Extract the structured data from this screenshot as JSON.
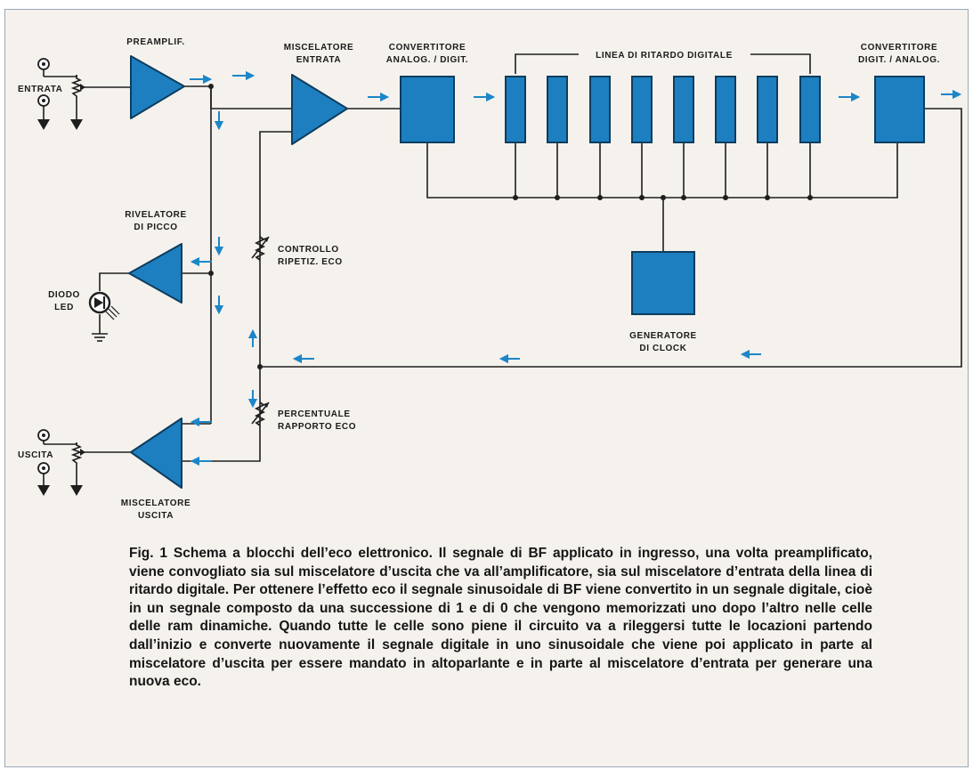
{
  "labels": {
    "entrata": "ENTRATA",
    "preamplif": "PREAMPLIF.",
    "miscelatore_entrata_1": "MISCELATORE",
    "miscelatore_entrata_2": "ENTRATA",
    "convertitore_ad_1": "CONVERTITORE",
    "convertitore_ad_2": "ANALOG. / DIGIT.",
    "linea_ritardo": "LINEA DI RITARDO DIGITALE",
    "convertitore_da_1": "CONVERTITORE",
    "convertitore_da_2": "DIGIT. / ANALOG.",
    "rivelatore_1": "RIVELATORE",
    "rivelatore_2": "DI PICCO",
    "diodo_1": "DIODO",
    "diodo_2": "LED",
    "controllo_1": "CONTROLLO",
    "controllo_2": "RIPETIZ. ECO",
    "generatore_1": "GENERATORE",
    "generatore_2": "DI CLOCK",
    "percentuale_1": "PERCENTUALE",
    "percentuale_2": "RAPPORTO ECO",
    "uscita": "USCITA",
    "miscelatore_uscita_1": "MISCELATORE",
    "miscelatore_uscita_2": "USCITA"
  },
  "caption": "Fig. 1   Schema a blocchi dell’eco elettronico. Il segnale di BF applicato in ingresso, una volta preamplificato, viene convogliato sia sul miscelatore d’uscita che va all’amplificatore, sia sul miscelatore d’entrata della linea di ritardo digitale. Per ottenere l’effetto eco il segnale sinusoidale di BF viene convertito in un segnale digitale, cioè in un segnale composto da una successione di 1 e di 0 che vengono memorizzati uno dopo l’altro nelle celle delle ram dinamiche. Quando tutte le celle sono piene il circuito va a rileggersi tutte le locazioni partendo dall’inizio e converte nuovamente il segnale digitale in uno sinusoidale che viene poi applicato in parte al miscelatore d’uscita per essere mandato in altoparlante e in parte al miscelatore d’entrata per generare una nuova eco.",
  "colors": {
    "block_fill": "#1d7fc0",
    "block_stroke": "#0e3d5e",
    "flow_arrow": "#1c86c8",
    "background": "#f5f2ed"
  }
}
